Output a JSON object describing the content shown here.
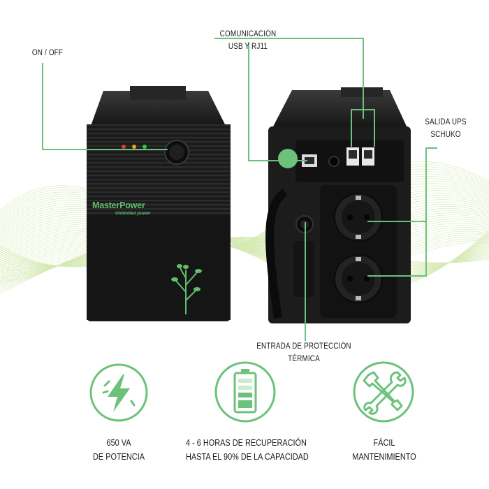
{
  "callouts": {
    "on_off": "ON / OFF",
    "comm_line1": "COMUNICACIÓN",
    "comm_line2": "USB Y RJ11",
    "outlet_line1": "SALIDA UPS",
    "outlet_line2": "SCHUKO",
    "thermal_line1": "ENTRADA DE PROTECCIÓN",
    "thermal_line2": "TÉRMICA"
  },
  "brand": {
    "name_part1": "Master",
    "name_part2": "Power",
    "tagline": "Unlimited power"
  },
  "features": [
    {
      "icon": "lightning-icon",
      "line1": "650 VA",
      "line2": "DE POTENCIA"
    },
    {
      "icon": "battery-icon",
      "line1": "4 - 6 HORAS DE RECUPERACIÓN",
      "line2": "HASTA EL 90% DE LA CAPACIDAD"
    },
    {
      "icon": "tools-icon",
      "line1": "FÁCIL",
      "line2": "MANTENIMIENTO"
    }
  ],
  "colors": {
    "accent_green": "#6cc27a",
    "wave_green": "#c8e29a",
    "body_black": "#1e1e1e",
    "led_red": "#e03a2a",
    "led_orange": "#e8a020",
    "led_green": "#3cbf4a"
  }
}
